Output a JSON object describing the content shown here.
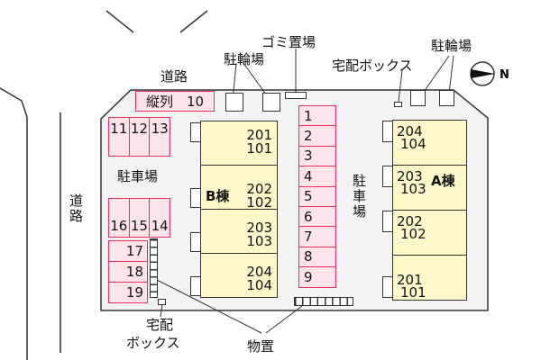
{
  "labels": {
    "road_top": "道路",
    "road_left": "道路",
    "garbage": "ゴミ置場",
    "bike_left": "駐輪場",
    "bike_right": "駐輪場",
    "delivery_top": "宅配ボックス",
    "delivery_bottom_1": "宅配",
    "delivery_bottom_2": "ボックス",
    "storage": "物置",
    "parking_left": "駐車場",
    "parking_center": "駐車場",
    "compass": "N"
  },
  "parking": {
    "tandem": "縦列　10",
    "left_top": [
      "11",
      "12",
      "13"
    ],
    "left_mid": [
      "16",
      "15",
      "14"
    ],
    "left_bottom": [
      "17",
      "18",
      "19"
    ],
    "center": [
      "1",
      "2",
      "3",
      "4",
      "5",
      "6",
      "7",
      "8",
      "9"
    ]
  },
  "building_b": {
    "name": "B棟",
    "units": [
      {
        "upper": "201",
        "lower": "101"
      },
      {
        "upper": "202",
        "lower": "102"
      },
      {
        "upper": "203",
        "lower": "103"
      },
      {
        "upper": "204",
        "lower": "104"
      }
    ]
  },
  "building_a": {
    "name": "A棟",
    "units": [
      {
        "upper": "204",
        "lower": "104"
      },
      {
        "upper": "203",
        "lower": "103"
      },
      {
        "upper": "202",
        "lower": "102"
      },
      {
        "upper": "201",
        "lower": "101"
      }
    ]
  },
  "colors": {
    "parking_fill": "#fde3ea",
    "parking_border": "#e4305f",
    "building_fill": "#fdf8c9",
    "lot_fill": "#f3f3f3"
  }
}
